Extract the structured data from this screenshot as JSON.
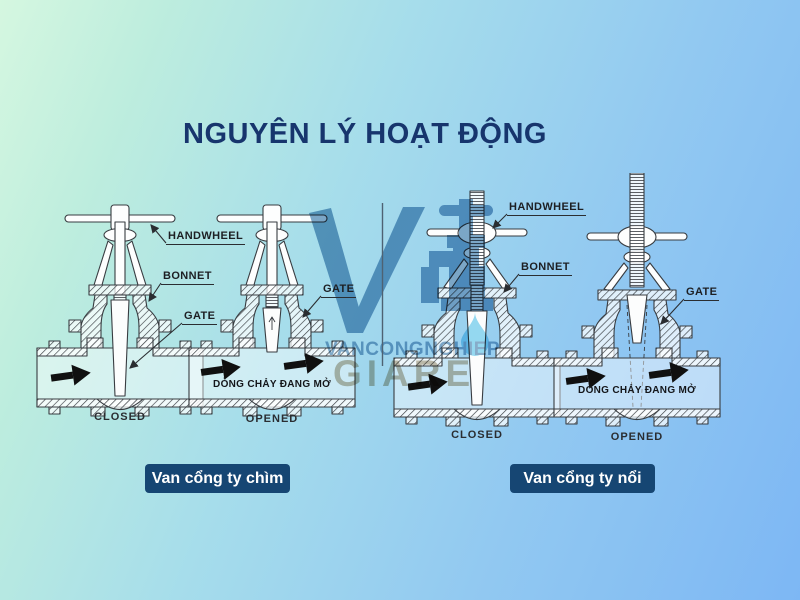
{
  "title": {
    "text": "NGUYÊN LÝ HOẠT ĐỘNG"
  },
  "watermark": {
    "line1": "VANCONGNGHIEP",
    "line2": "GIARE"
  },
  "diagram": {
    "parts": {
      "handwheel": "HANDWHEEL",
      "bonnet": "BONNET",
      "gate": "GATE"
    },
    "states": {
      "closed": "CLOSED",
      "opened": "OPENED"
    },
    "flow_text": "DÒNG CHẢY ĐANG MỞ"
  },
  "categories": {
    "left": "Van cổng ty chìm",
    "right": "Van cổng ty nổi"
  },
  "colors": {
    "title": "#17356d",
    "category_box": "#164673",
    "category_text": "#ffffff",
    "drawing_line": "#383c41",
    "arrow": "#101010",
    "brand_blue": "#5f93bb",
    "brand_text_blue": "#6f9cc0",
    "brand_beige": "#b9ae97",
    "water_drop": "#7fd2ef",
    "background_top_left": "#d5f7e0",
    "background_bottom_right": "#7db7f4"
  }
}
